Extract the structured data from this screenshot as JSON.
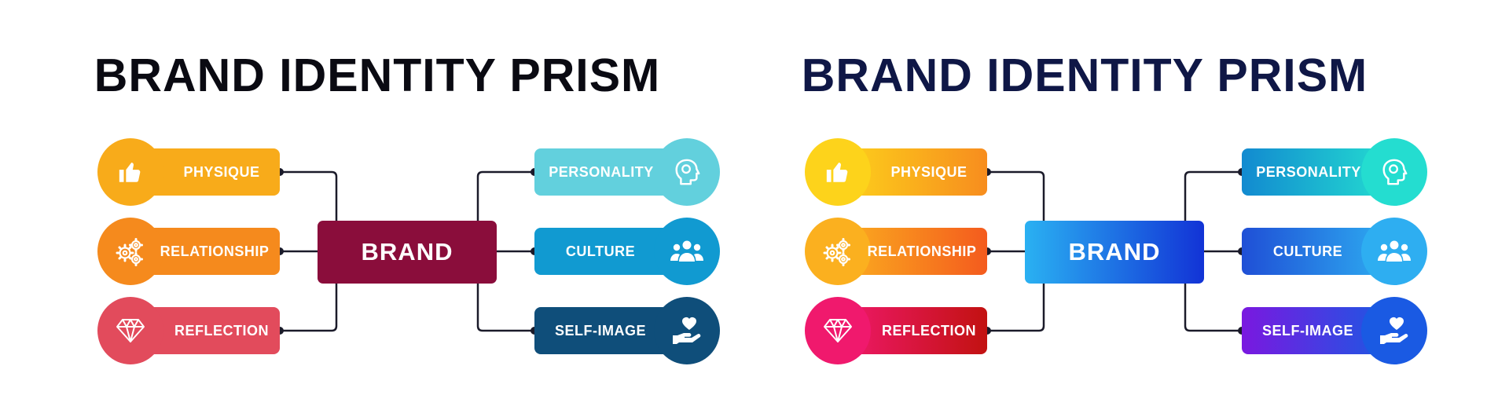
{
  "panels": [
    {
      "title": "BRAND IDENTITY PRISM",
      "title_color": "#0a0a12",
      "center": {
        "label": "BRAND",
        "fill": "#8a0d3b"
      },
      "items": [
        {
          "label": "PHYSIQUE",
          "icon": "thumbs-up-icon",
          "fill": "#f8ab1a"
        },
        {
          "label": "RELATIONSHIP",
          "icon": "gears-icon",
          "fill": "#f58a1d"
        },
        {
          "label": "REFLECTION",
          "icon": "diamond-icon",
          "fill": "#e24b5c"
        },
        {
          "label": "PERSONALITY",
          "icon": "head-icon",
          "fill": "#62d0dd"
        },
        {
          "label": "CULTURE",
          "icon": "people-icon",
          "fill": "#119ad1"
        },
        {
          "label": "SELF-IMAGE",
          "icon": "heart-hand-icon",
          "fill": "#0f4e7a"
        }
      ]
    },
    {
      "title": "BRAND IDENTITY PRISM",
      "title_color": "#0f1746",
      "center": {
        "label": "BRAND",
        "fill": [
          "#2ab1f2",
          "#1233d6"
        ]
      },
      "items": [
        {
          "label": "PHYSIQUE",
          "icon": "thumbs-up-icon",
          "fill": [
            "#fdd31b",
            "#f78d1e"
          ]
        },
        {
          "label": "RELATIONSHIP",
          "icon": "gears-icon",
          "fill": [
            "#fbb01f",
            "#f45b1e"
          ]
        },
        {
          "label": "REFLECTION",
          "icon": "diamond-icon",
          "fill": [
            "#f0196d",
            "#c21211"
          ]
        },
        {
          "label": "PERSONALITY",
          "icon": "head-icon",
          "fill": [
            "#128ad0",
            "#24ddd0"
          ]
        },
        {
          "label": "CULTURE",
          "icon": "people-icon",
          "fill": [
            "#1f4fd6",
            "#2eaef1"
          ]
        },
        {
          "label": "SELF-IMAGE",
          "icon": "heart-hand-icon",
          "fill": [
            "#7a18e0",
            "#1a5ae3"
          ]
        }
      ]
    }
  ]
}
